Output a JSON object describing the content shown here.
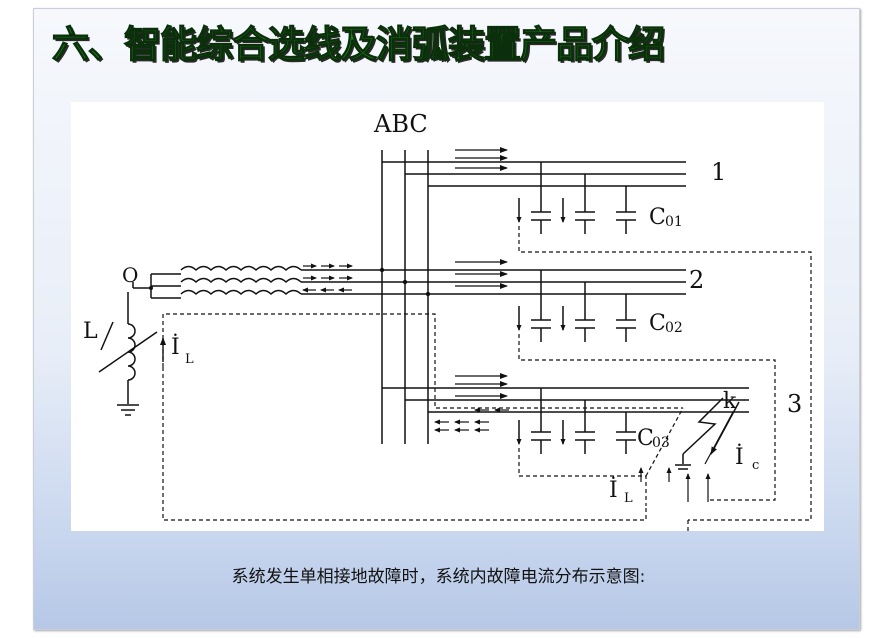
{
  "title": "六、智能综合选线及消弧装置产品介绍",
  "diagram": {
    "bus_label": "ABC",
    "neutral_label": "O",
    "inductor_label": "L",
    "inductor_current": "İ",
    "inductor_current_sub": "L",
    "lines": [
      {
        "number": "1",
        "cap_label": "C",
        "cap_sub": "01"
      },
      {
        "number": "2",
        "cap_label": "C",
        "cap_sub": "02"
      },
      {
        "number": "3",
        "cap_label": "C",
        "cap_sub": "03"
      }
    ],
    "fault_label": "k",
    "fault_current_L": "İ",
    "fault_current_L_sub": "L",
    "fault_current_C": "İ",
    "fault_current_C_sub": "c"
  },
  "caption": "系统发生单相接地故障时，系统内故障电流分布示意图:"
}
